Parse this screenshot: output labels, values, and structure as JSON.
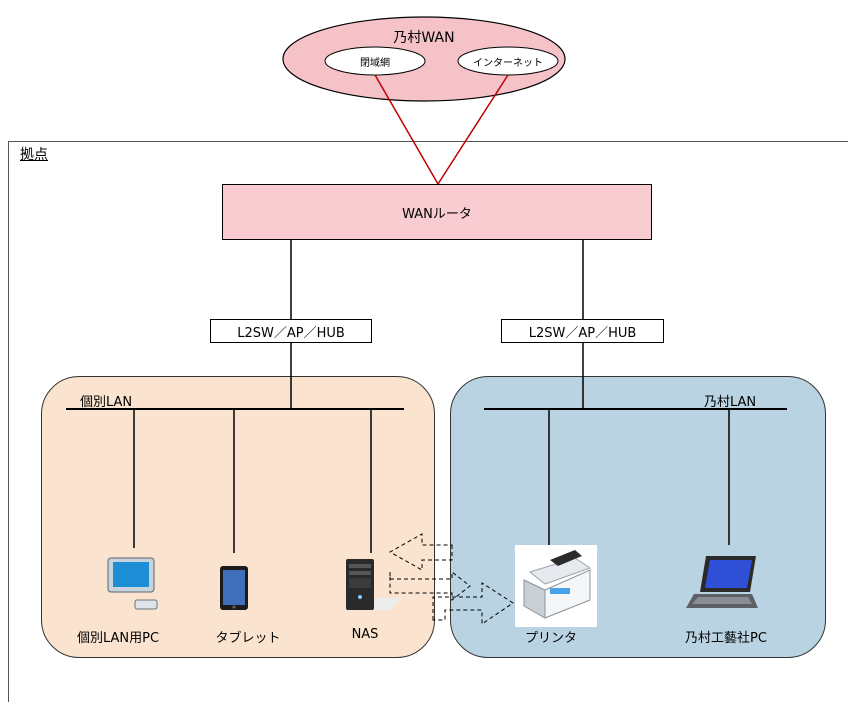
{
  "wan": {
    "title": "乃村WAN",
    "closed_network": "閉域網",
    "internet": "インターネット"
  },
  "site": {
    "label": "拠点"
  },
  "router": {
    "label": "WANルータ"
  },
  "switches": [
    {
      "label": "L2SW／AP／HUB"
    },
    {
      "label": "L2SW／AP／HUB"
    }
  ],
  "lan_left": {
    "label": "個別LAN",
    "devices": [
      {
        "label": "個別LAN用PC",
        "icon": "desktop-pc-icon"
      },
      {
        "label": "タブレット",
        "icon": "tablet-icon"
      },
      {
        "label": "NAS",
        "icon": "nas-server-icon"
      }
    ]
  },
  "lan_right": {
    "label": "乃村LAN",
    "devices": [
      {
        "label": "プリンタ",
        "icon": "printer-icon"
      },
      {
        "label": "乃村工藝社PC",
        "icon": "laptop-icon"
      }
    ]
  },
  "colors": {
    "wan_fill": "#f5c2c8",
    "router_fill": "#f8ccd1",
    "left_lan_fill": "#fae4cf",
    "right_lan_fill": "#b9d3e2",
    "wan_link": "#c00000"
  }
}
